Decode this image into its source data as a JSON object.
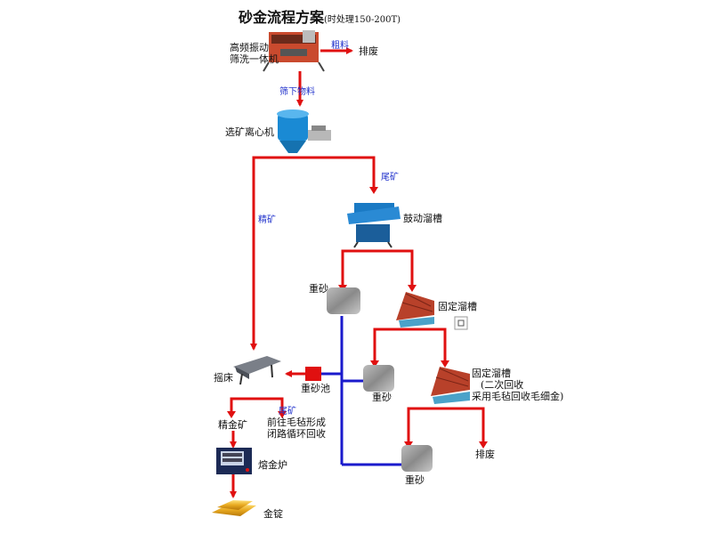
{
  "title": {
    "main": "砂金流程方案",
    "sub": "(时处理150-200T)"
  },
  "nodes": {
    "vibrating_screen": {
      "line1": "高频振动",
      "line2": "筛洗一体机"
    },
    "waste_top": "排废",
    "centrifuge": "选矿离心机",
    "drum_sluice": "鼓动溜槽",
    "heavy_sand_1": "重砂",
    "fixed_sluice_1": "固定溜槽",
    "heavy_sand_2": "重砂",
    "fixed_sluice_2": {
      "line1": "固定溜槽",
      "line2": "(二次回收",
      "line3": "采用毛毡回收毛细金)"
    },
    "shaker": "摇床",
    "heavy_sand_pool": "重砂池",
    "gold_concentrate": "精金矿",
    "recycle": {
      "line1": "前往毛毡形成",
      "line2": "闭路循环回收"
    },
    "waste_bottom": "排废",
    "heavy_sand_3": "重砂",
    "furnace": "熔金炉",
    "ingot": "金锭"
  },
  "edges": {
    "coarse": "粗料",
    "undersize": "筛下物料",
    "tailings_1": "尾矿",
    "concentrate": "精矿",
    "tailings_2": "尾矿"
  },
  "colors": {
    "flow_red": "#e01010",
    "flow_blue": "#1a1acc",
    "label_blue": "#2233cc"
  }
}
